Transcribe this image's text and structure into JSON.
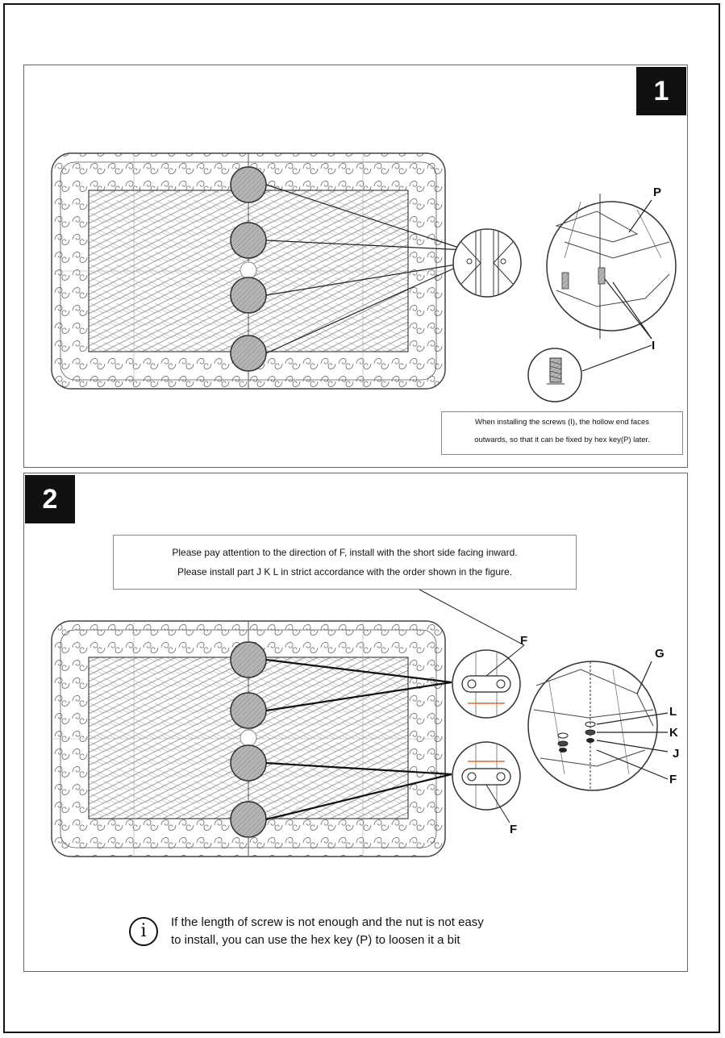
{
  "steps": [
    {
      "number": "1",
      "note_lines": [
        "When installing the screws (I), the hollow end faces",
        "outwards, so that it can be fixed by hex key(P) later."
      ],
      "callouts": {
        "p": "P",
        "i": "I"
      }
    },
    {
      "number": "2",
      "note_lines": [
        "Please pay attention to the direction of F, install with the short side facing inward.",
        "Please install part J K L in strict accordance with the order shown in the figure."
      ],
      "callouts": {
        "f_top": "F",
        "f_bottom": "F",
        "g": "G",
        "l": "L",
        "k": "K",
        "j": "J",
        "f_right": "F"
      },
      "info": {
        "icon": "info-icon",
        "lines": [
          "If the length of screw is not enough and the nut is not easy",
          "to install, you can use the hex key (P) to loosen it a bit"
        ]
      }
    }
  ],
  "colors": {
    "line": "#111111",
    "highlight": "#9e9e9e",
    "accent_orange": "#e06a2c"
  }
}
